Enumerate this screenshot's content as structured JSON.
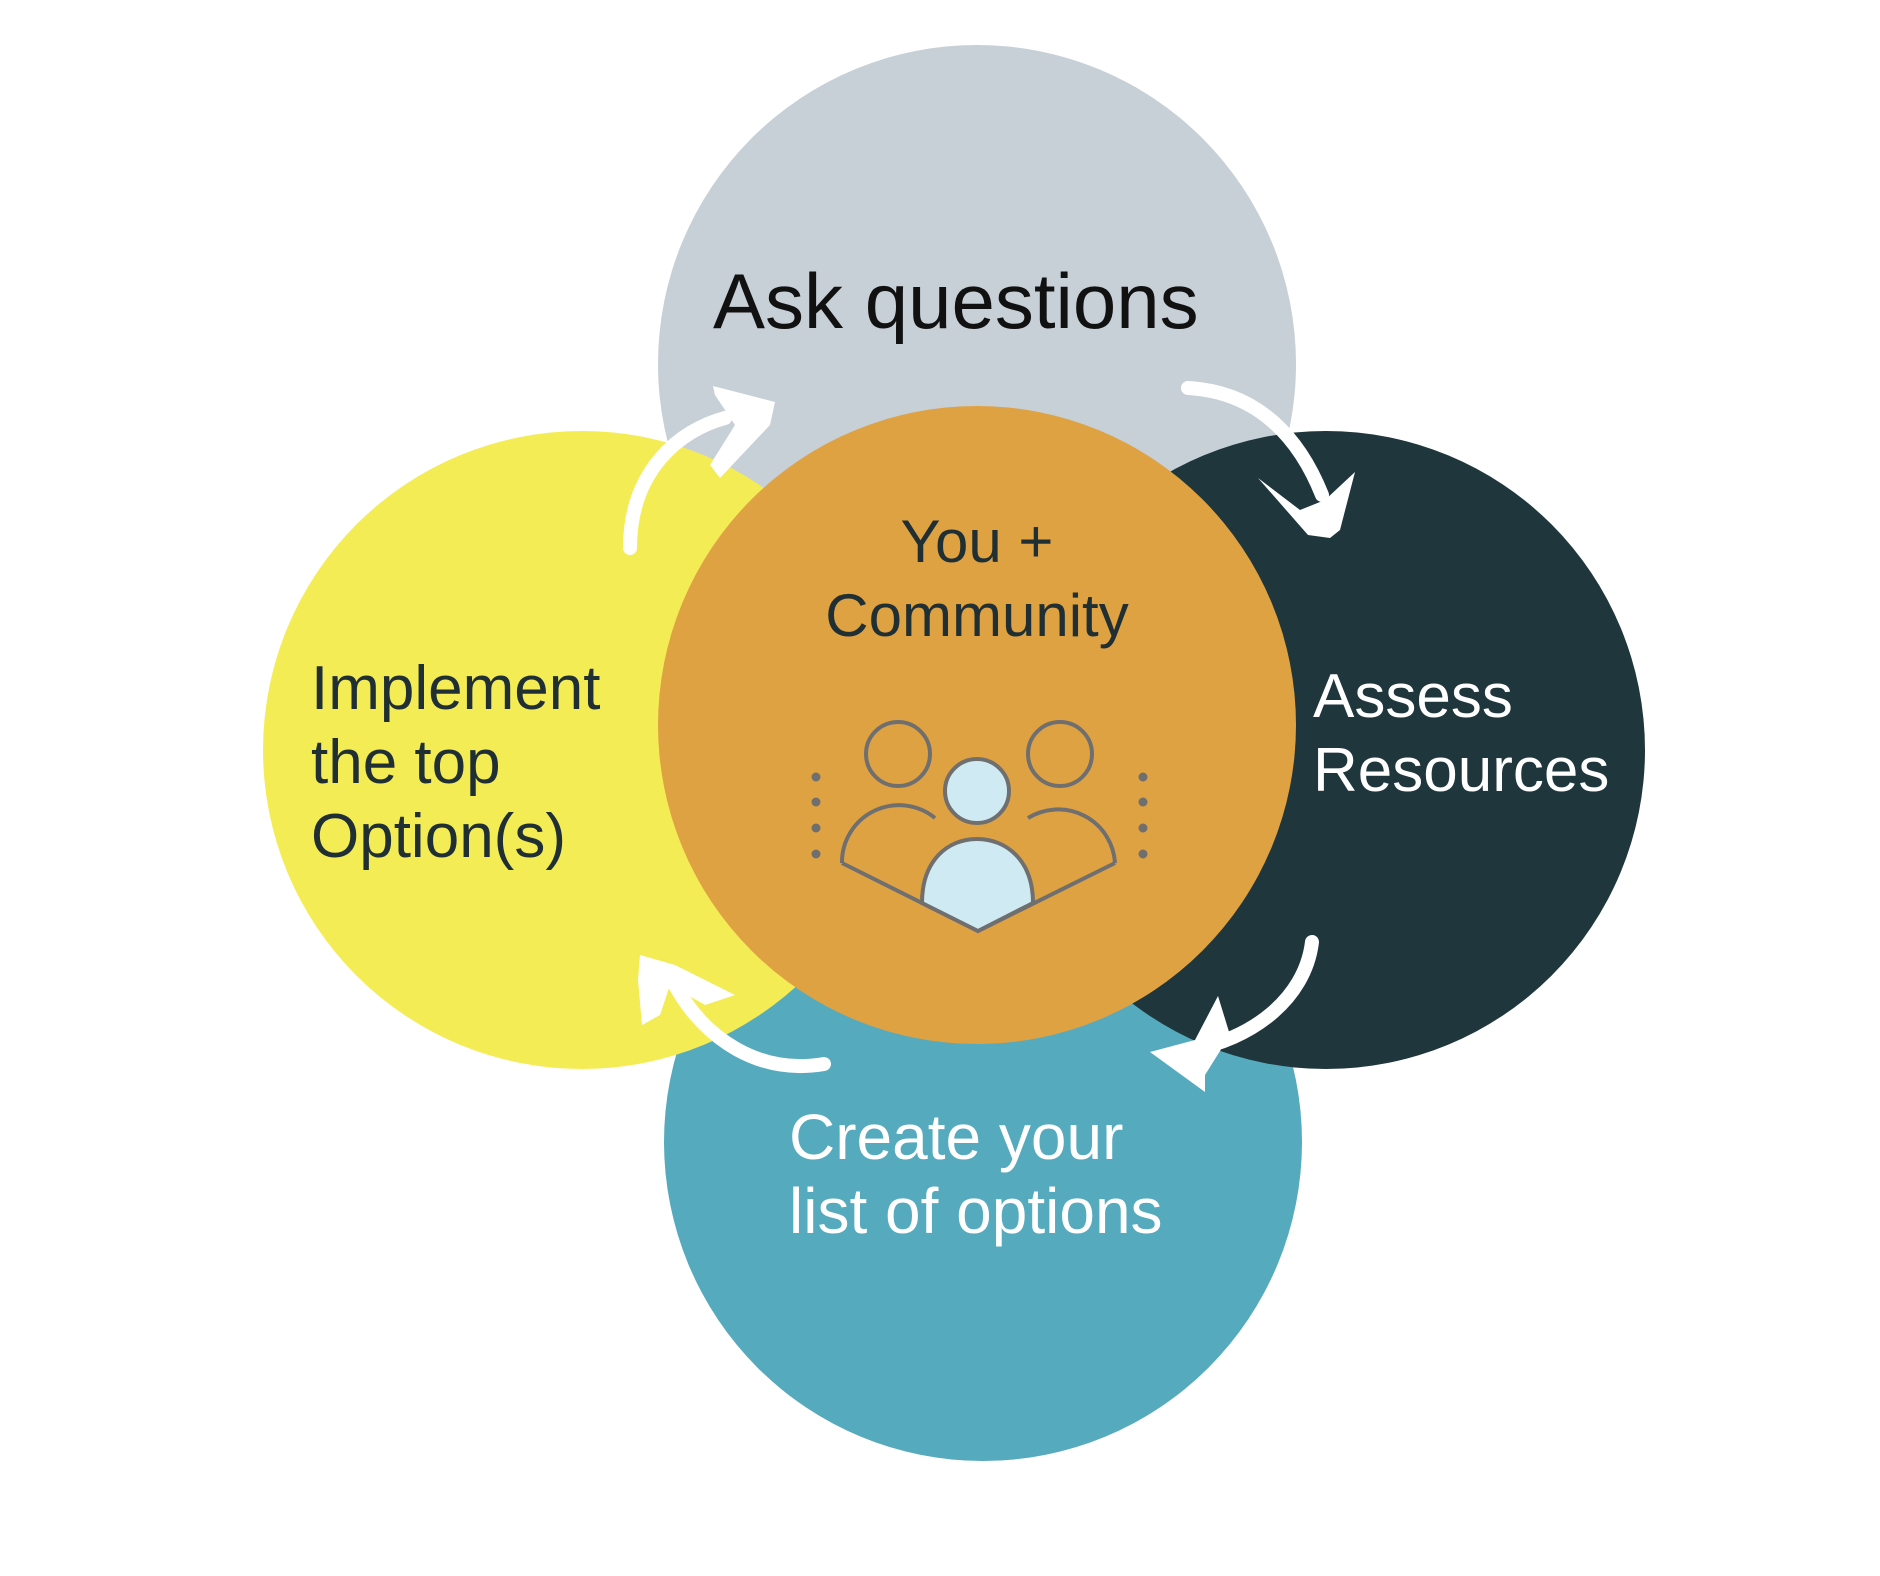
{
  "center": {
    "line1": "You +",
    "line2": "Community",
    "icon": "community-people-icon"
  },
  "steps": [
    {
      "lines": [
        "Ask questions"
      ]
    },
    {
      "lines": [
        "Assess",
        "Resources"
      ]
    },
    {
      "lines": [
        "Create your",
        "list of options"
      ]
    },
    {
      "lines": [
        "Implement",
        "the top",
        "Option(s)"
      ]
    }
  ],
  "colors": {
    "ask": "#c7cfd7",
    "assess": "#1f363c",
    "create": "#56aabe",
    "implement": "#f4ec55",
    "center": "#dfa242",
    "dark_text": "#1f2f33",
    "icon_stroke": "#6f6f6f",
    "icon_fill": "#cfeaf2"
  }
}
